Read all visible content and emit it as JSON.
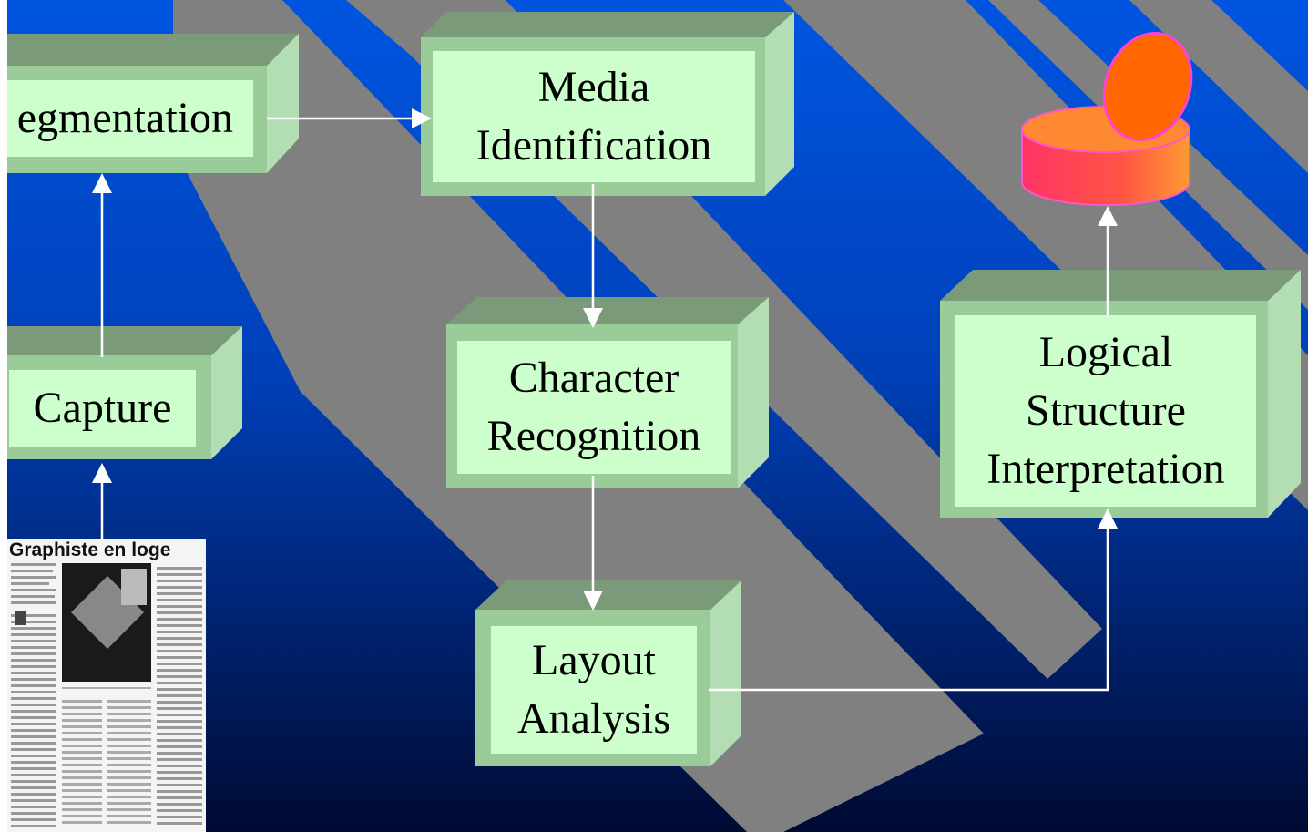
{
  "colors": {
    "background_top": "#0055e0",
    "background_bottom": "#000a33",
    "stripe": "#808080",
    "box_face": "#ccffcc",
    "box_bevel": "#99cc99",
    "arrow": "#ffffff",
    "database_body": "#ff4466",
    "database_lid": "#ff6600"
  },
  "diagram": {
    "nodes": {
      "segmentation": "egmentation",
      "media_identification": "Media\nIdentification",
      "capture": "Capture",
      "character_recognition": "Character\nRecognition",
      "logical_structure_interpretation": "Logical\nStructure\nInterpretation",
      "layout_analysis": "Layout\nAnalysis"
    },
    "document_image": {
      "headline": "Graphiste en loge"
    },
    "database_icon": "database-cylinder-icon"
  }
}
